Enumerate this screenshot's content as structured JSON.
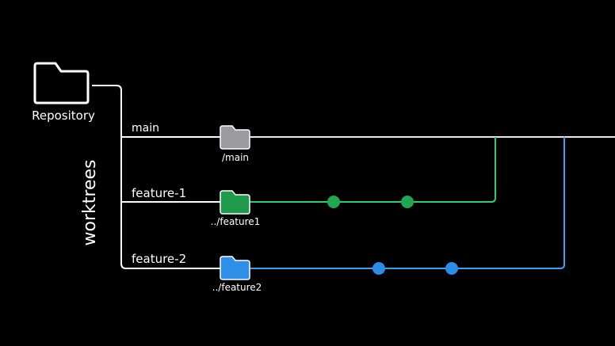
{
  "repository": {
    "label": "Repository",
    "icon": "folder-outline-icon"
  },
  "side_label": "worktrees",
  "branches": [
    {
      "name": "main",
      "path": "/main",
      "folder_color": "#9a9a9f",
      "line_color": "#e8e8e8",
      "commits": 0
    },
    {
      "name": "feature-1",
      "path": "../feature1",
      "folder_color": "#1f9a4a",
      "line_color": "#2ecc71",
      "commits": 2
    },
    {
      "name": "feature-2",
      "path": "../feature2",
      "folder_color": "#2f8fe8",
      "line_color": "#3aa0f0",
      "commits": 2
    }
  ],
  "colors": {
    "background": "#000000",
    "tree_line": "#ffffff",
    "feature1": "#2ecc71",
    "feature2": "#3aa0f0"
  }
}
